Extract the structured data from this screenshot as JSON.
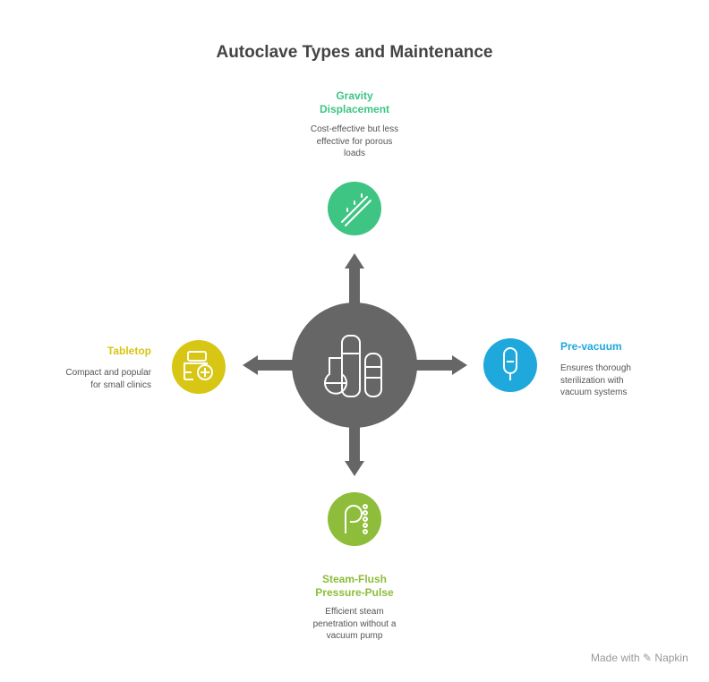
{
  "title": "Autoclave Types and Maintenance",
  "colors": {
    "center": "#666666",
    "gravity": "#3EC483",
    "tabletop": "#D8C614",
    "prevacuum": "#1FA8DC",
    "steamflush": "#8DBD3A"
  },
  "nodes": {
    "gravity": {
      "label_1": "Gravity",
      "label_2": "Displacement",
      "desc_1": "Cost-effective but less",
      "desc_2": "effective for porous",
      "desc_3": "loads",
      "icon": "thermometer-icon"
    },
    "tabletop": {
      "label": "Tabletop",
      "desc_1": "Compact and popular",
      "desc_2": "for small clinics",
      "icon": "tabletop-autoclave-plus-icon"
    },
    "prevacuum": {
      "label": "Pre-vacuum",
      "desc_1": "Ensures thorough",
      "desc_2": "sterilization with",
      "desc_3": "vacuum systems",
      "icon": "vacuum-tube-icon"
    },
    "steamflush": {
      "label_1": "Steam-Flush",
      "label_2": "Pressure-Pulse",
      "desc_1": "Efficient steam",
      "desc_2": "penetration without a",
      "desc_3": "vacuum pump",
      "icon": "pressure-p-icon"
    }
  },
  "center_icon": "laboratory-flask-tanks-icon",
  "footer": "Made with ✎ Napkin"
}
